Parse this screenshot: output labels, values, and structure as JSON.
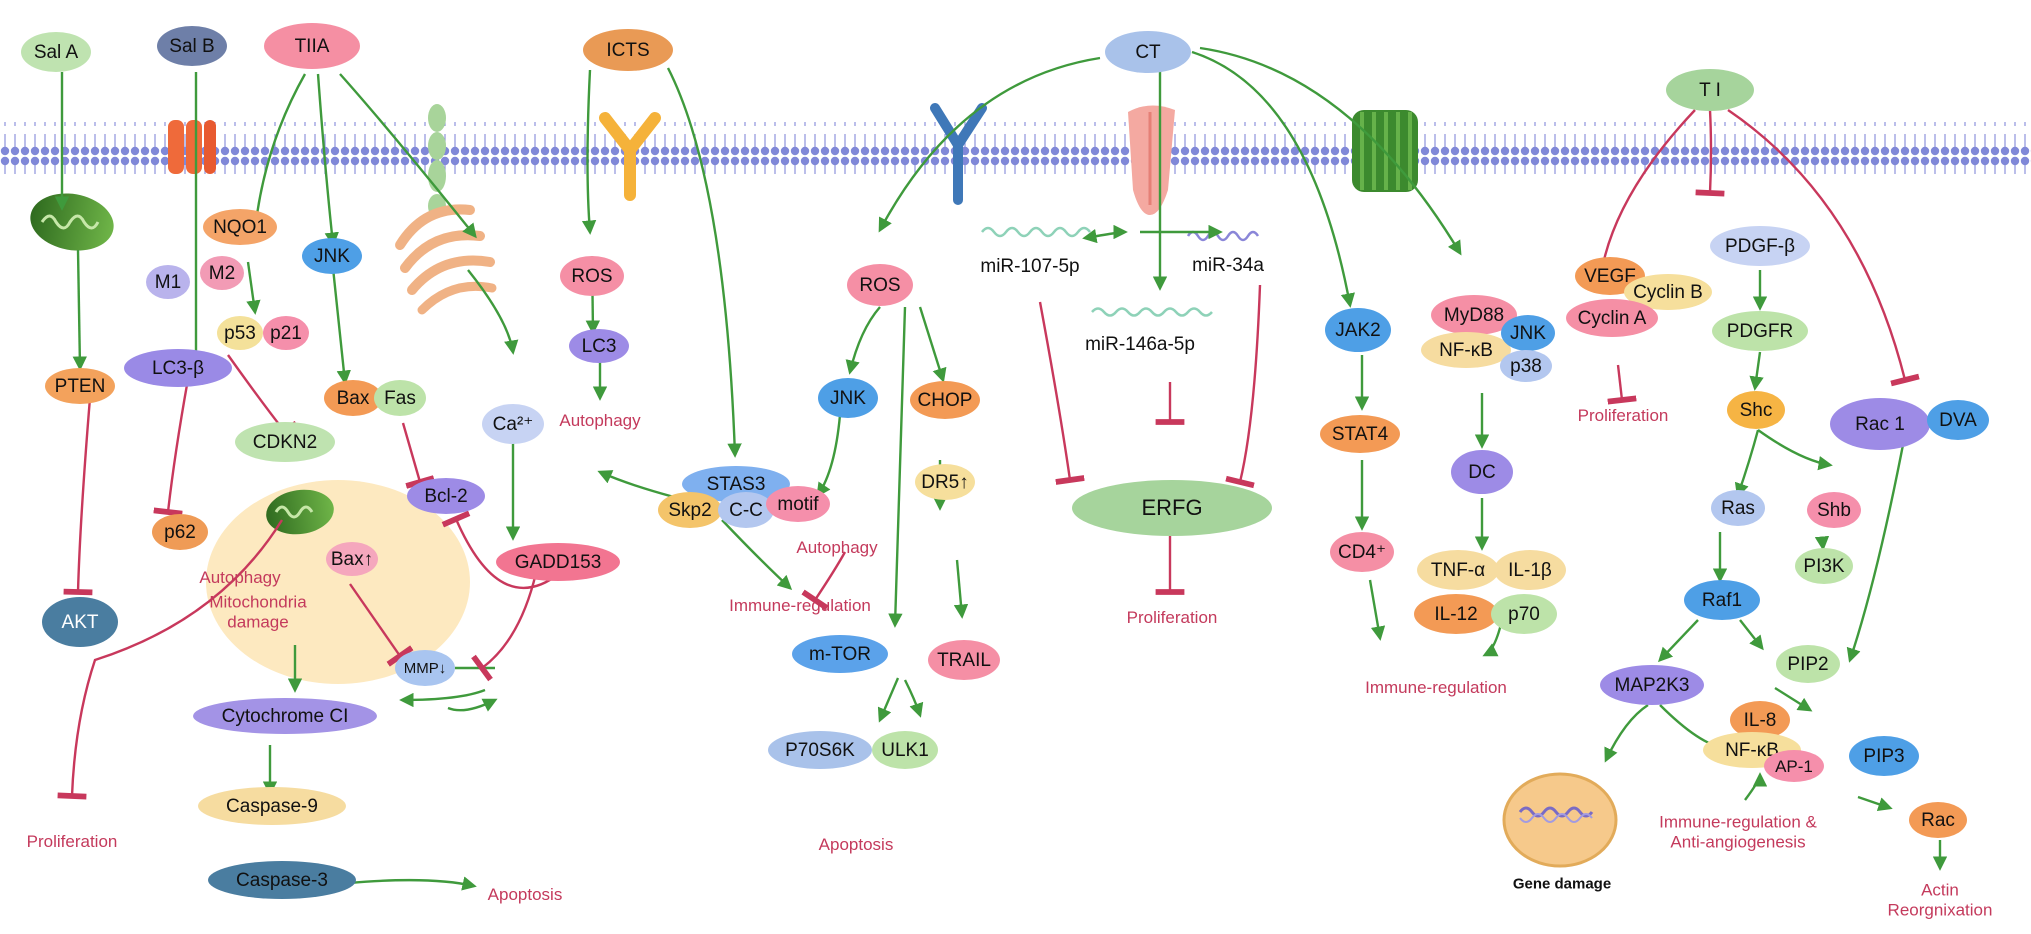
{
  "colors": {
    "activate": "#3f9a3c",
    "inhibit": "#c8385c",
    "membrane": "#7f84d6",
    "label": "#c43a5c"
  },
  "nodes": [
    {
      "id": "salA",
      "text": "Sal A",
      "color": "#bfe3b0"
    },
    {
      "id": "salB",
      "text": "Sal B",
      "color": "#6e7fa8"
    },
    {
      "id": "tiia",
      "text": "TIIA",
      "color": "#f58fa3"
    },
    {
      "id": "icts",
      "text": "ICTS",
      "color": "#e99a55"
    },
    {
      "id": "ct",
      "text": "CT",
      "color": "#a9c2ea"
    },
    {
      "id": "ti",
      "text": "T I",
      "color": "#a6d49c"
    },
    {
      "id": "nqo1",
      "text": "NQO1",
      "color": "#f4a468"
    },
    {
      "id": "jnk1",
      "text": "JNK",
      "color": "#4e9fe6"
    },
    {
      "id": "m1",
      "text": "M1",
      "color": "#b9b3ec"
    },
    {
      "id": "m2",
      "text": "M2",
      "color": "#f29bb5"
    },
    {
      "id": "p53",
      "text": "p53",
      "color": "#f4e19a"
    },
    {
      "id": "p21",
      "text": "p21",
      "color": "#f58fab"
    },
    {
      "id": "lc3b",
      "text": "LC3-β",
      "color": "#9a8ae6"
    },
    {
      "id": "pten",
      "text": "PTEN",
      "color": "#f3a25c"
    },
    {
      "id": "bax",
      "text": "Bax",
      "color": "#f39a55"
    },
    {
      "id": "fas",
      "text": "Fas",
      "color": "#bde3a9"
    },
    {
      "id": "cdkn2",
      "text": "CDKN2",
      "color": "#bfe3b0"
    },
    {
      "id": "bcl2",
      "text": "Bcl-2",
      "color": "#9d8be6"
    },
    {
      "id": "ca",
      "text": "Ca²⁺",
      "color": "#c7d3f3"
    },
    {
      "id": "p62",
      "text": "p62",
      "color": "#ef9b56"
    },
    {
      "id": "gadd",
      "text": "GADD153",
      "color": "#f27591"
    },
    {
      "id": "akt",
      "text": "AKT",
      "color": "#4a7da0"
    },
    {
      "id": "baxup",
      "text": "Bax↑",
      "color": "#f5a7bd"
    },
    {
      "id": "mmp",
      "text": "MMP↓",
      "color": "#a9c5f0"
    },
    {
      "id": "cytc",
      "text": "Cytochrome CI",
      "color": "#a393e6"
    },
    {
      "id": "casp9",
      "text": "Caspase-9",
      "color": "#f6dca0"
    },
    {
      "id": "casp3",
      "text": "Caspase-3",
      "color": "#4a7da0"
    },
    {
      "id": "ros1",
      "text": "ROS",
      "color": "#f58fa5"
    },
    {
      "id": "lc3",
      "text": "LC3",
      "color": "#9d8be6"
    },
    {
      "id": "stas3",
      "text": "STAS3",
      "color": "#7fb0ef"
    },
    {
      "id": "skp2",
      "text": "Skp2",
      "color": "#f4c46a"
    },
    {
      "id": "cc",
      "text": "C-C",
      "color": "#b3c7ef"
    },
    {
      "id": "motif",
      "text": "motif",
      "color": "#f58fab"
    },
    {
      "id": "ros2",
      "text": "ROS",
      "color": "#f58fa5"
    },
    {
      "id": "jnk2",
      "text": "JNK",
      "color": "#4e9fe6"
    },
    {
      "id": "chop",
      "text": "CHOP",
      "color": "#f39a55"
    },
    {
      "id": "dr5",
      "text": "DR5↑",
      "color": "#f6df9c"
    },
    {
      "id": "trail",
      "text": "TRAIL",
      "color": "#f58fa5"
    },
    {
      "id": "mtor",
      "text": "m-TOR",
      "color": "#5ba2ea"
    },
    {
      "id": "p70s6k",
      "text": "P70S6K",
      "color": "#a9c2ea"
    },
    {
      "id": "ulk1",
      "text": "ULK1",
      "color": "#bde3a9"
    },
    {
      "id": "erfg",
      "text": "ERFG",
      "color": "#a6d49c"
    },
    {
      "id": "jak2",
      "text": "JAK2",
      "color": "#4e9fe6"
    },
    {
      "id": "stat4",
      "text": "STAT4",
      "color": "#f39a55"
    },
    {
      "id": "cd4",
      "text": "CD4⁺",
      "color": "#f58fa5"
    },
    {
      "id": "myd88",
      "text": "MyD88",
      "color": "#f58fa5"
    },
    {
      "id": "nfkb1",
      "text": "NF-κB",
      "color": "#f6dca0"
    },
    {
      "id": "jnk3",
      "text": "JNK",
      "color": "#4e9fe6"
    },
    {
      "id": "p38",
      "text": "p38",
      "color": "#b3c7ef"
    },
    {
      "id": "dc",
      "text": "DC",
      "color": "#9d8be6"
    },
    {
      "id": "tnfa",
      "text": "TNF-α",
      "color": "#f6dca0"
    },
    {
      "id": "il1b",
      "text": "IL-1β",
      "color": "#f6dca0"
    },
    {
      "id": "il12",
      "text": "IL-12",
      "color": "#f39a55"
    },
    {
      "id": "p70",
      "text": "p70",
      "color": "#bde3a9"
    },
    {
      "id": "vegf",
      "text": "VEGF",
      "color": "#f39a55"
    },
    {
      "id": "cyclinb",
      "text": "Cyclin B",
      "color": "#f6df9c"
    },
    {
      "id": "cyclina",
      "text": "Cyclin A",
      "color": "#f58fa5"
    },
    {
      "id": "pdgfb",
      "text": "PDGF-β",
      "color": "#c7d3f3"
    },
    {
      "id": "pdgfr",
      "text": "PDGFR",
      "color": "#bde3a9"
    },
    {
      "id": "shc",
      "text": "Shc",
      "color": "#f6b444"
    },
    {
      "id": "ras",
      "text": "Ras",
      "color": "#b3c7ef"
    },
    {
      "id": "shb",
      "text": "Shb",
      "color": "#f58fab"
    },
    {
      "id": "pi3k",
      "text": "PI3K",
      "color": "#bde3a9"
    },
    {
      "id": "raf1",
      "text": "Raf1",
      "color": "#4e9fe6"
    },
    {
      "id": "rac1",
      "text": "Rac 1",
      "color": "#9d8be6"
    },
    {
      "id": "dva",
      "text": "DVA",
      "color": "#4e9fe6"
    },
    {
      "id": "map2k3",
      "text": "MAP2K3",
      "color": "#9d8be6"
    },
    {
      "id": "pip2",
      "text": "PIP2",
      "color": "#bde3a9"
    },
    {
      "id": "il8",
      "text": "IL-8",
      "color": "#f39a55"
    },
    {
      "id": "nfkb2",
      "text": "NF-κB",
      "color": "#f6df9c"
    },
    {
      "id": "ap1",
      "text": "AP-1",
      "color": "#f58fab"
    },
    {
      "id": "pip3",
      "text": "PIP3",
      "color": "#4e9fe6"
    },
    {
      "id": "rac",
      "text": "Rac",
      "color": "#f39a55"
    }
  ],
  "labels": {
    "autophagy1": "Autophagy",
    "proliferation1": "Proliferation",
    "mito_damage": "Mitochondria damage",
    "apoptosis1": "Apoptosis",
    "autophagy2": "Autophagy",
    "immune1": "Immune-regulation",
    "autophagy3": "Autophagy",
    "apoptosis2": "Apoptosis",
    "mir107": "miR-107-5p",
    "mir146": "miR-146a-5p",
    "mir34": "miR-34a",
    "proliferation2": "Proliferation",
    "immune2": "Immune-regulation",
    "proliferation3": "Proliferation",
    "gene_damage": "Gene damage",
    "immune3": "Immune-regulation & Anti-angiogenesis",
    "actin": "Actin Reorgnixation"
  }
}
